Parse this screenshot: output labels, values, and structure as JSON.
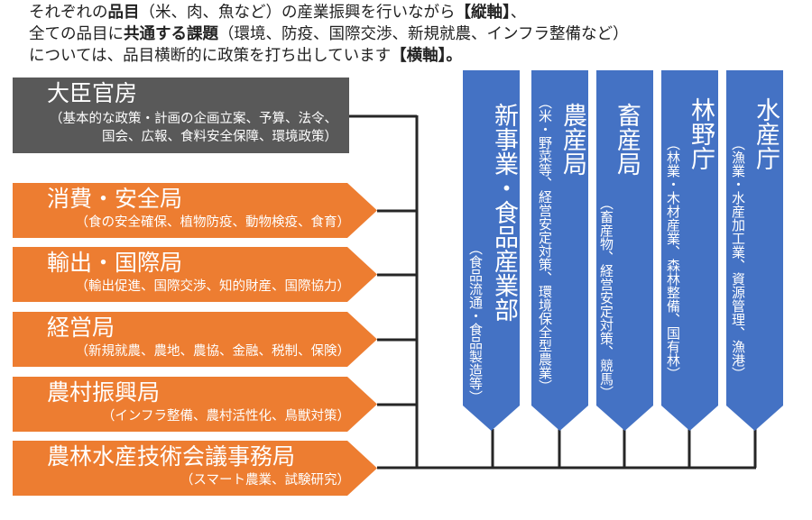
{
  "intro": {
    "line1": {
      "a": "それぞれの",
      "b": "品目",
      "c": "（米、肉、魚など）の産業振興を行いながら",
      "d": "【縦軸】",
      "e": "、"
    },
    "line2": {
      "a": "全ての品目に",
      "b": "共通する課題",
      "c": "（環境、防疫、国際交渉、新規就農、インフラ整備など）"
    },
    "line3": {
      "a": "については、品目横断的に政策を打ち出しています",
      "b": "【横軸】。"
    }
  },
  "horizontal_bureaus": [
    {
      "title": "大臣官房",
      "sub": "（基本的な政策・計画の企画立案、予算、法令、",
      "sub2": "国会、広報、食料安全保障、環境政策）"
    },
    {
      "title": "消費・安全局",
      "sub": "（食の安全確保、植物防疫、動物検疫、食育）"
    },
    {
      "title": "輸出・国際局",
      "sub": "（輸出促進、国際交渉、知的財産、国際協力）"
    },
    {
      "title": "経営局",
      "sub": "（新規就農、農地、農協、金融、税制、保険）"
    },
    {
      "title": "農村振興局",
      "sub": "（インフラ整備、農村活性化、鳥獣対策）"
    },
    {
      "title": "農林水産技術会議事務局",
      "sub": "（スマート農業、試験研究）"
    }
  ],
  "vertical_bureaus": [
    {
      "title": "新事業・食品産業部",
      "sub": "（食品流通・食品製造等）"
    },
    {
      "title": "農産局",
      "sub": "（米・野菜等、経営安定対策、環境保全型農業）"
    },
    {
      "title": "畜産局",
      "sub": "（畜産物、経営安定対策、競馬）"
    },
    {
      "title": "林野庁",
      "sub": "（林業・木材産業、森林整備、国有林）"
    },
    {
      "title": "水産庁",
      "sub": "（漁業・水産加工業、資源管理、漁港）"
    }
  ],
  "colors": {
    "gray": "#595959",
    "orange": "#ED7D31",
    "blue": "#4472C4",
    "line": "#262626"
  }
}
